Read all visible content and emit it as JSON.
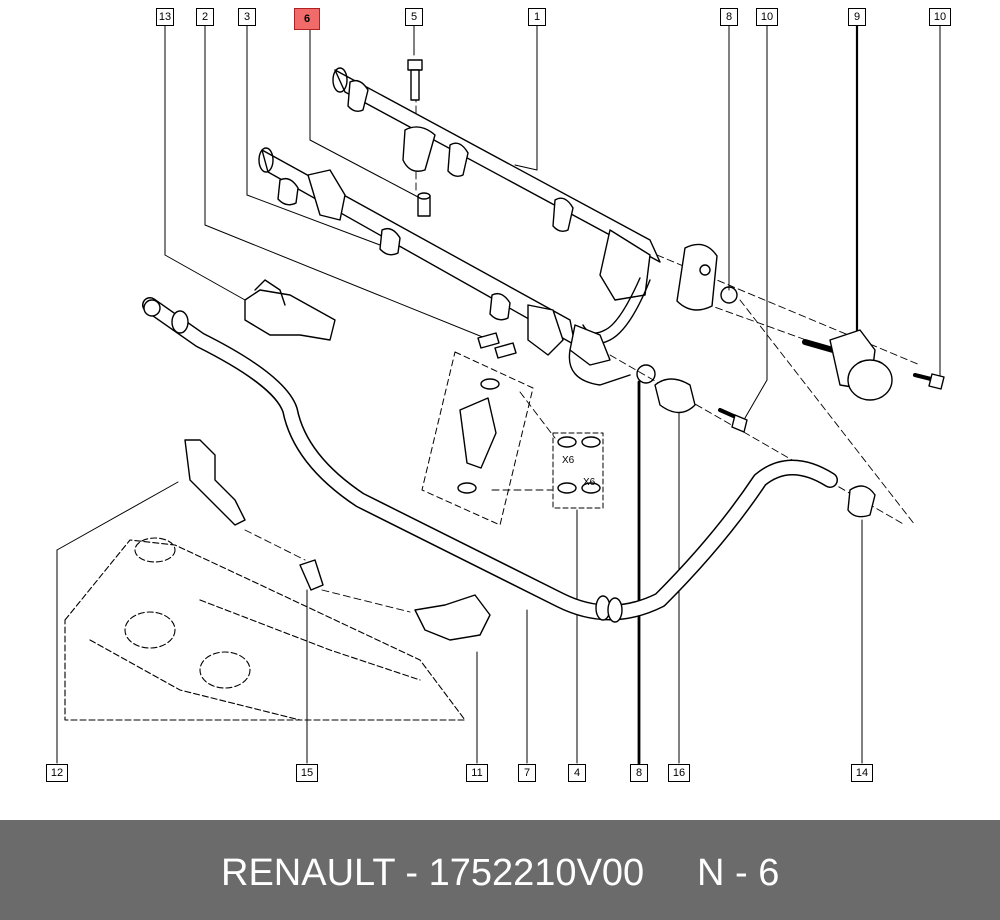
{
  "diagram": {
    "callouts": [
      {
        "id": "c13",
        "label": "13",
        "highlight": false
      },
      {
        "id": "c2",
        "label": "2",
        "highlight": false
      },
      {
        "id": "c3",
        "label": "3",
        "highlight": false
      },
      {
        "id": "c6",
        "label": "6",
        "highlight": true
      },
      {
        "id": "c5",
        "label": "5",
        "highlight": false
      },
      {
        "id": "c1",
        "label": "1",
        "highlight": false
      },
      {
        "id": "c8a",
        "label": "8",
        "highlight": false
      },
      {
        "id": "c10a",
        "label": "10",
        "highlight": false
      },
      {
        "id": "c9",
        "label": "9",
        "highlight": false
      },
      {
        "id": "c10b",
        "label": "10",
        "highlight": false
      },
      {
        "id": "c12",
        "label": "12",
        "highlight": false
      },
      {
        "id": "c15",
        "label": "15",
        "highlight": false
      },
      {
        "id": "c11",
        "label": "11",
        "highlight": false
      },
      {
        "id": "c7",
        "label": "7",
        "highlight": false
      },
      {
        "id": "c4",
        "label": "4",
        "highlight": false
      },
      {
        "id": "c8b",
        "label": "8",
        "highlight": false
      },
      {
        "id": "c16",
        "label": "16",
        "highlight": false
      },
      {
        "id": "c14",
        "label": "14",
        "highlight": false
      }
    ],
    "quantity_top": "X6",
    "quantity_bottom": "X6"
  },
  "footer": {
    "title": "RENAULT - 1752210V00",
    "page": "N - 6"
  },
  "colors": {
    "highlight": "#f26b6b",
    "footer_bg": "#6b6b6b",
    "footer_text": "#ffffff"
  }
}
